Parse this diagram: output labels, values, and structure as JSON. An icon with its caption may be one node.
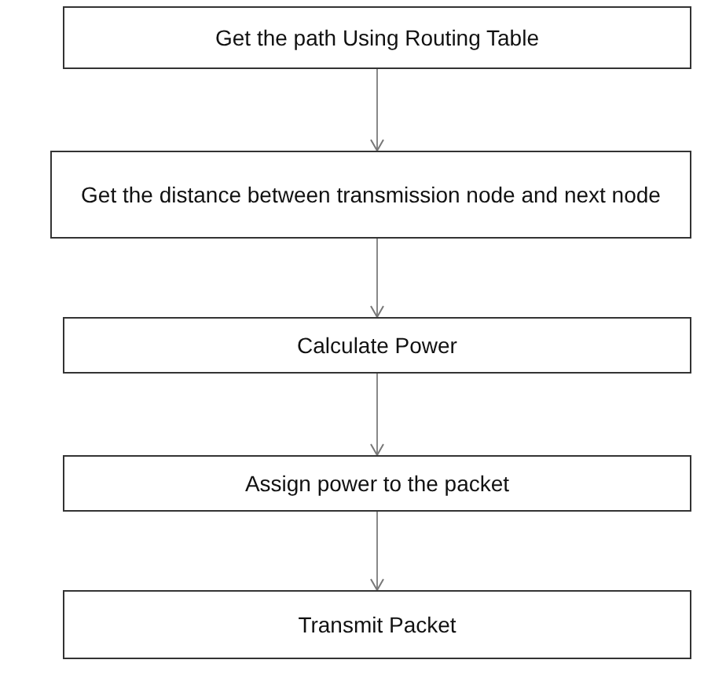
{
  "diagram": {
    "nodes": [
      {
        "text": [
          "Get the path Using Routing Table"
        ]
      },
      {
        "text": [
          "Get the distance between transmission node and next node"
        ]
      },
      {
        "text": [
          "Calculate Power"
        ]
      },
      {
        "text": [
          "Assign power to the packet"
        ]
      },
      {
        "text": [
          "Transmit Packet"
        ]
      }
    ],
    "edges": [
      {
        "from": 0,
        "to": 1,
        "arrow": "to"
      },
      {
        "from": 1,
        "to": 2,
        "arrow": "to"
      },
      {
        "from": 2,
        "to": 3,
        "arrow": "to"
      },
      {
        "from": 3,
        "to": 4,
        "arrow": "to"
      }
    ]
  }
}
